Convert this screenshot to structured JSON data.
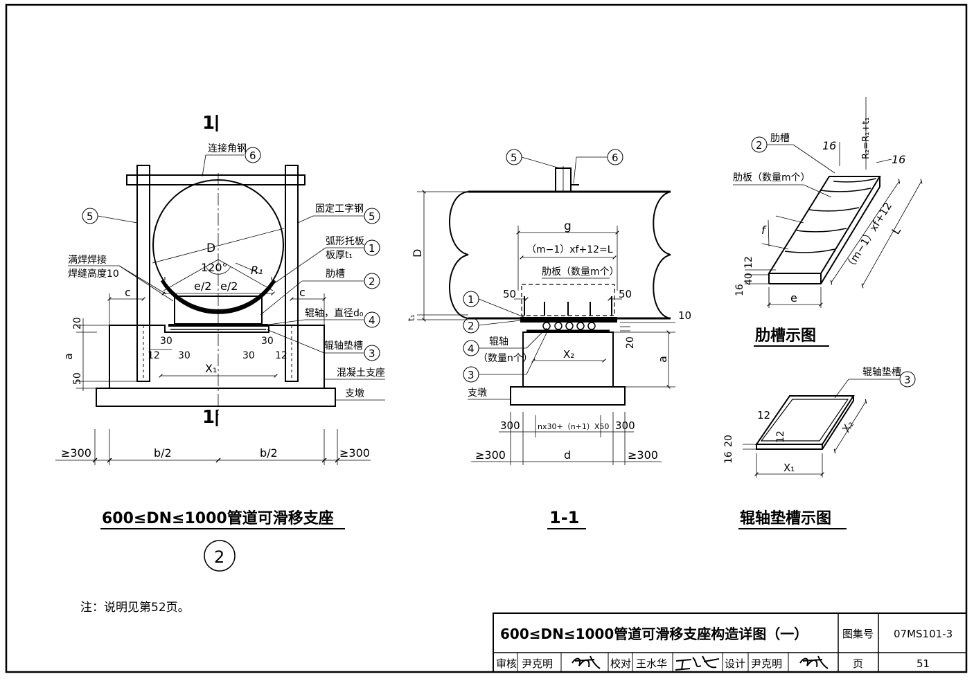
{
  "view_left": {
    "section_mark_top": "1",
    "section_mark_bottom": "1",
    "callouts": {
      "n1": "1",
      "n2": "2",
      "n3": "3",
      "n4": "4",
      "n5_left": "5",
      "n5_right": "5",
      "n6": "6"
    },
    "labels": {
      "connect_angle_steel": "连接角钢",
      "fixed_i_steel": "固定工字钢",
      "full_weld_line1": "满焊焊接",
      "full_weld_line2": "焊缝高度10",
      "arc_plate_line1": "弧形托板",
      "arc_plate_line2": "板厚t₁",
      "rib_trough": "肋槽",
      "roller_axis": "辊轴，直径d₀",
      "roller_pad_trough": "辊轴垫槽",
      "concrete_support": "混凝土支座",
      "pier": "支墩"
    },
    "dims": {
      "D": "D",
      "angle": "120°",
      "R1": "R₁",
      "e2_left": "e/2",
      "e2_right": "e/2",
      "c_left": "c",
      "c_right": "c",
      "d20": "20",
      "a": "a",
      "d50": "50",
      "d30_a": "30",
      "d12_a": "12",
      "d30_b": "30",
      "d30_c": "30",
      "d30_d": "30",
      "d12_b": "12",
      "X1": "X₁",
      "ge300_left": "≥300",
      "b2_left": "b/2",
      "b2_right": "b/2",
      "ge300_right": "≥300"
    },
    "caption": "600≤DN≤1000管道可滑移支座",
    "circle_no": "2"
  },
  "view_mid": {
    "callouts": {
      "n1": "1",
      "n2": "2",
      "n3": "3",
      "n4": "4",
      "n5": "5",
      "n6": "6"
    },
    "labels": {
      "rib_plate": "肋板（数量m个）",
      "roller_line1": "辊轴",
      "roller_line2": "（数量n个）",
      "pier": "支墩"
    },
    "dims": {
      "g": "g",
      "L_formula": "（m−1）xf+12=L",
      "D": "D",
      "t1": "t₁",
      "d50_left": "50",
      "d50_right": "50",
      "d10": "10",
      "d20": "20",
      "a": "a",
      "X2": "X₂",
      "d300_left": "300",
      "n_formula": "nx30+（n+1）X50",
      "d300_right": "300",
      "ge300_left": "≥300",
      "d": "d",
      "ge300_right": "≥300"
    },
    "caption": "1-1"
  },
  "view_rib": {
    "callouts": {
      "n2": "2"
    },
    "labels": {
      "rib_trough": "肋槽",
      "rib_plate": "肋板（数量m个）"
    },
    "dims": {
      "d16_a": "16",
      "R2": "R₂=R₁+t₁",
      "d16_b": "16",
      "f": "f",
      "d12": "12",
      "d16_c": "16",
      "d40": "40",
      "e": "e",
      "m_formula": "（m−1）xf+12",
      "L": "L"
    },
    "caption": "肋槽示图"
  },
  "view_pad": {
    "callouts": {
      "n3": "3"
    },
    "labels": {
      "roller_pad_trough": "辊轴垫槽"
    },
    "dims": {
      "d12_a": "12",
      "d12_b": "12",
      "d16": "16",
      "d20": "20",
      "X1": "X₁",
      "X2": "X₂"
    },
    "caption": "辊轴垫槽示图"
  },
  "note": "注：说明见第52页。",
  "title_block": {
    "title": "600≤DN≤1000管道可滑移支座构造详图（一）",
    "atlas_label": "图集号",
    "atlas_no": "07MS101-3",
    "review_label": "审核",
    "review_name": "尹克明",
    "check_label": "校对",
    "check_name": "王水华",
    "design_label": "设计",
    "design_name": "尹克明",
    "page_label": "页",
    "page_no": "51"
  }
}
